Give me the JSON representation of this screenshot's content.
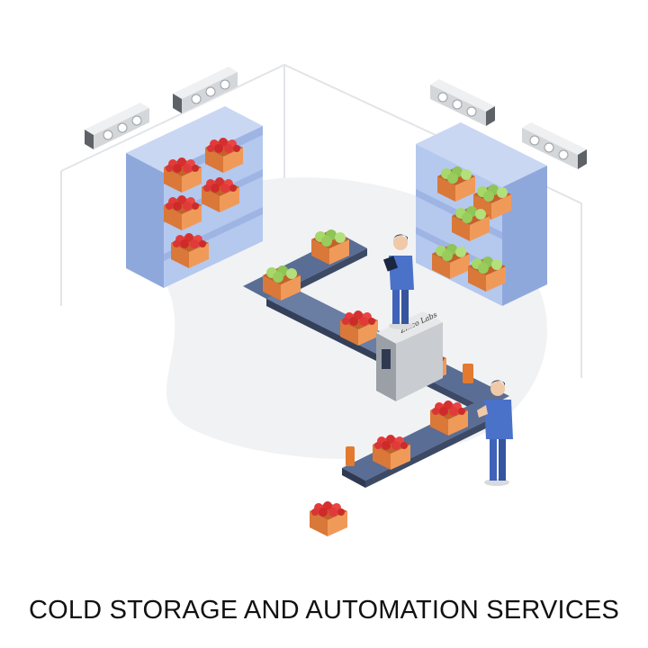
{
  "caption": "COLD STORAGE AND AUTOMATION SERVICES",
  "machine_brand": "Zinco Labs",
  "colors": {
    "shelf": "#a9c0ea",
    "crate": "#e98b4a",
    "apple": "#e23a3a",
    "cabbage": "#9ccf5e",
    "belt": "#4a5e86",
    "worker_vest": "#4a72c8",
    "cooler": "#d9dcdf"
  },
  "icons": [
    "cooler-unit",
    "storage-rack",
    "produce-crate",
    "conveyor-belt",
    "sorting-machine",
    "worker"
  ]
}
